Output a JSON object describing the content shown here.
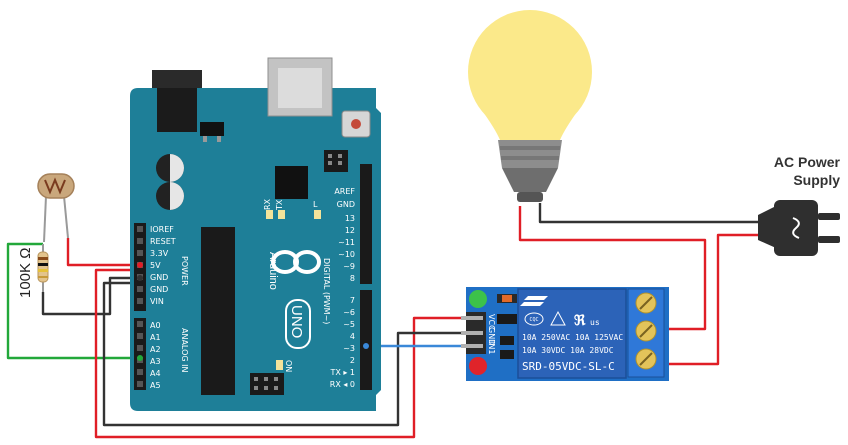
{
  "labels": {
    "ac_power_line1": "AC Power",
    "ac_power_line2": "Supply",
    "resistor": "100K Ω",
    "resistor_value_marking": "Ω"
  },
  "arduino": {
    "brand": "Arduino",
    "model": "UNO",
    "power_header_label": "POWER",
    "analog_header_label": "ANALOG IN",
    "digital_header_label": "DIGITAL (PWM~)",
    "on_label": "ON",
    "tx_label": "TX",
    "rx_label": "RX",
    "l_label": "L",
    "power_pins": [
      "IOREF",
      "RESET",
      "3.3V",
      "5V",
      "GND",
      "GND",
      "VIN"
    ],
    "analog_pins": [
      "A0",
      "A1",
      "A2",
      "A3",
      "A4",
      "A5"
    ],
    "digital_top": [
      "AREF",
      "GND",
      "13",
      "12",
      "~11",
      "~10",
      "~9",
      "8"
    ],
    "digital_bottom": [
      "7",
      "~6",
      "~5",
      "4",
      "~3",
      "2",
      "TX ▸ 1",
      "RX ◂ 0"
    ]
  },
  "relay": {
    "line1": "10A 250VAC  10A 125VAC",
    "line2": "10A  30VDC  10A  28VDC",
    "model": "SRD-05VDC-SL-C",
    "cert_left": "CQC",
    "cert_ul": "us",
    "pin_labels": [
      "VCC",
      "GND",
      "IN1"
    ]
  },
  "colors": {
    "board": "#1e7f98",
    "board_dark": "#16647a",
    "relay_board": "#1f6fc5",
    "relay_body": "#2c63b8",
    "wire_red": "#e01e26",
    "wire_black": "#333333",
    "wire_green": "#22a83a",
    "wire_blue": "#3a88d8",
    "bulb": "#fbe98a"
  },
  "icons": [
    "plug-icon",
    "light-bulb-icon",
    "photoresistor-icon",
    "resistor-icon",
    "infinity-logo-icon",
    "led-green-icon",
    "led-red-icon",
    "screw-terminal-icon"
  ]
}
